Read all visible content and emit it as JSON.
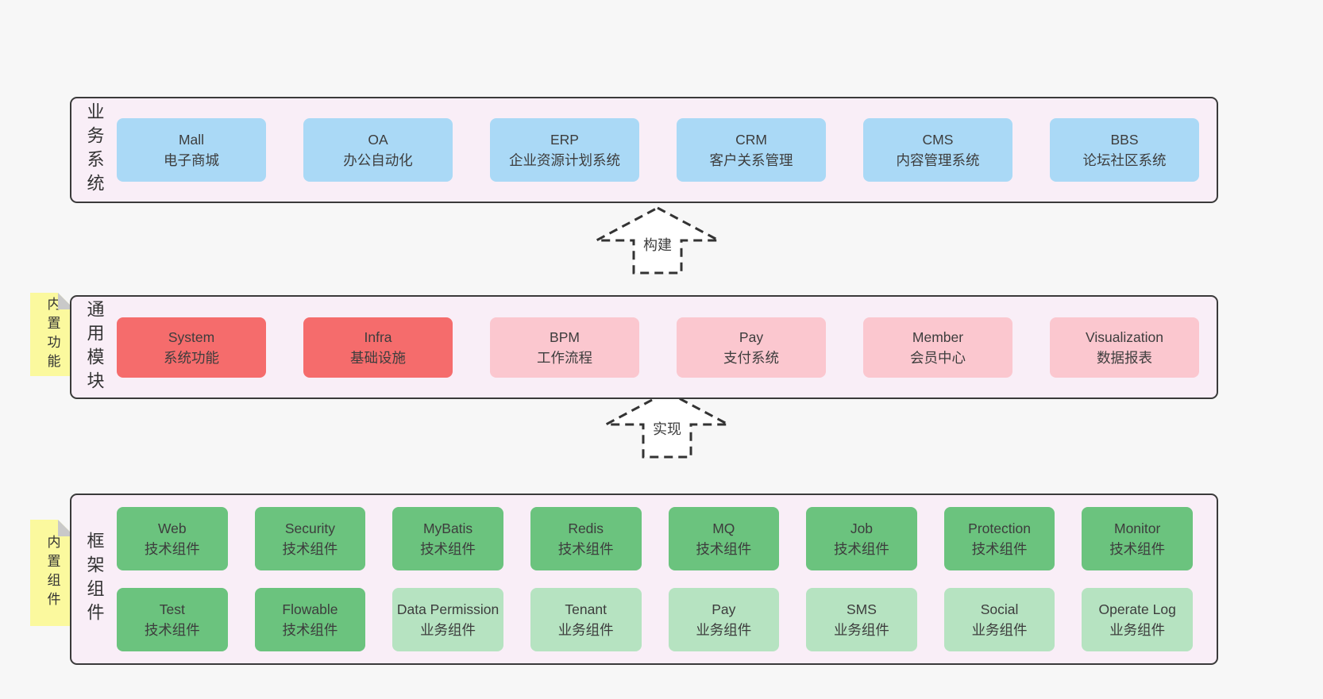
{
  "page": {
    "background": "#f7f7f7"
  },
  "colors": {
    "layer_bg": "#f9eef7",
    "layer_border": "#3a3a3a",
    "blue": "#aad9f6",
    "red": "#f56c6c",
    "pink": "#fbc7cf",
    "green": "#6bc37e",
    "light_green": "#b6e3c1",
    "note_yellow": "#fbf99e",
    "note_fold": "#c9c9c9",
    "text": "#3d3d3d"
  },
  "arrows": {
    "build": {
      "label": "构建"
    },
    "implement": {
      "label": "实现"
    }
  },
  "layers": {
    "business": {
      "label": "业务系统",
      "boxes": [
        {
          "name": "Mall",
          "desc": "电子商城",
          "type": "blue"
        },
        {
          "name": "OA",
          "desc": "办公自动化",
          "type": "blue"
        },
        {
          "name": "ERP",
          "desc": "企业资源计划系统",
          "type": "blue"
        },
        {
          "name": "CRM",
          "desc": "客户关系管理",
          "type": "blue"
        },
        {
          "name": "CMS",
          "desc": "内容管理系统",
          "type": "blue"
        },
        {
          "name": "BBS",
          "desc": "论坛社区系统",
          "type": "blue"
        }
      ]
    },
    "modules": {
      "label": "通用模块",
      "note": "内置功能",
      "boxes": [
        {
          "name": "System",
          "desc": "系统功能",
          "type": "red"
        },
        {
          "name": "Infra",
          "desc": "基础设施",
          "type": "red"
        },
        {
          "name": "BPM",
          "desc": "工作流程",
          "type": "pink"
        },
        {
          "name": "Pay",
          "desc": "支付系统",
          "type": "pink"
        },
        {
          "name": "Member",
          "desc": "会员中心",
          "type": "pink"
        },
        {
          "name": "Visualization",
          "desc": "数据报表",
          "type": "pink"
        }
      ]
    },
    "components": {
      "label": "框架组件",
      "note": "内置组件",
      "rows": [
        [
          {
            "name": "Web",
            "desc": "技术组件",
            "type": "green"
          },
          {
            "name": "Security",
            "desc": "技术组件",
            "type": "green"
          },
          {
            "name": "MyBatis",
            "desc": "技术组件",
            "type": "green"
          },
          {
            "name": "Redis",
            "desc": "技术组件",
            "type": "green"
          },
          {
            "name": "MQ",
            "desc": "技术组件",
            "type": "green"
          },
          {
            "name": "Job",
            "desc": "技术组件",
            "type": "green"
          },
          {
            "name": "Protection",
            "desc": "技术组件",
            "type": "green"
          },
          {
            "name": "Monitor",
            "desc": "技术组件",
            "type": "green"
          }
        ],
        [
          {
            "name": "Test",
            "desc": "技术组件",
            "type": "green"
          },
          {
            "name": "Flowable",
            "desc": "技术组件",
            "type": "green"
          },
          {
            "name": "Data Permission",
            "desc": "业务组件",
            "type": "lightgreen"
          },
          {
            "name": "Tenant",
            "desc": "业务组件",
            "type": "lightgreen"
          },
          {
            "name": "Pay",
            "desc": "业务组件",
            "type": "lightgreen"
          },
          {
            "name": "SMS",
            "desc": "业务组件",
            "type": "lightgreen"
          },
          {
            "name": "Social",
            "desc": "业务组件",
            "type": "lightgreen"
          },
          {
            "name": "Operate Log",
            "desc": "业务组件",
            "type": "lightgreen"
          }
        ]
      ]
    }
  }
}
